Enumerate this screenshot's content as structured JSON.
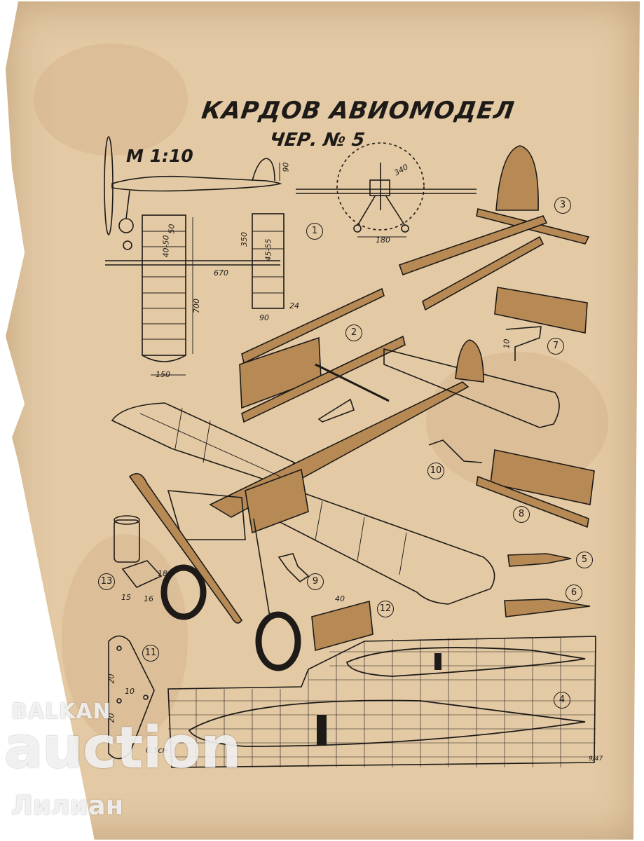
{
  "document": {
    "title": "КАРДОВ АВИОМОДЕЛ",
    "subtitle": "ЧЕР. № 5",
    "scale": "М 1:10",
    "corner_mark": "9/47",
    "part_numbers": [
      "1",
      "2",
      "3",
      "4",
      "5",
      "6",
      "7",
      "8",
      "9",
      "10",
      "11",
      "12",
      "13"
    ],
    "dimensions": {
      "d90_fin": "90",
      "d340": "340",
      "d180": "180",
      "d350": "350",
      "d45_55": "45-55",
      "d40_50": "40-50",
      "d50": "50",
      "d670": "670",
      "d700": "700",
      "d24": "24",
      "d90_stab": "90",
      "d150": "150",
      "d10_bracket": "10",
      "d40_plate": "40",
      "d18": "18",
      "d16": "16",
      "d15": "15",
      "d20_top": "20",
      "d10_mount": "10",
      "d20_bottom": "20",
      "d05": "0,5см"
    },
    "colors": {
      "paper": "#e3c9a4",
      "ink": "#1d1a17",
      "wood": "#b78a55"
    }
  },
  "watermark": {
    "line1": "BALKAN",
    "line2": "auction",
    "line3": "Лилиан"
  }
}
